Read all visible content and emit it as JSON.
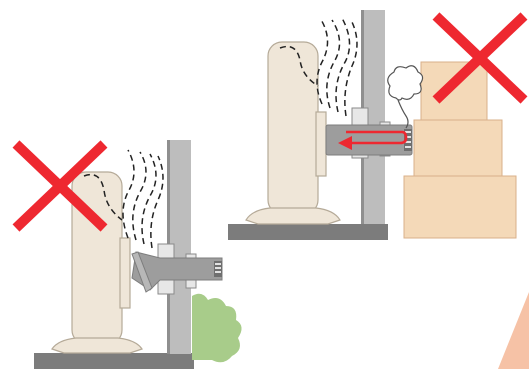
{
  "colors": {
    "x_mark": "#ee2830",
    "heater_body": "#efe6d8",
    "heater_outline": "#b5aa98",
    "wall": "#bdbdbd",
    "wall_dark": "#8f8f8f",
    "floor": "#7c7c7c",
    "pipe": "#9d9d9d",
    "pipe_end": "#6f6f6f",
    "flange": "#e7e7e7",
    "box": "#f4d9b8",
    "box_outline": "#d9b08a",
    "bush": "#a8cc8a",
    "exhaust_arrow": "#ee2830",
    "exhaust_stroke": "#222222",
    "corner_accent": "#f6c2a6"
  },
  "scenes": [
    {
      "id": "pipe-angled-down",
      "prohibited": true,
      "icons": [
        "heater",
        "wall",
        "angled-flue-pipe",
        "bush",
        "exhaust-smoke",
        "prohibited-x"
      ]
    },
    {
      "id": "outlet-blocked-by-boxes",
      "prohibited": true,
      "icons": [
        "heater",
        "wall",
        "flue-pipe",
        "stacked-boxes",
        "exhaust-smoke",
        "recirculating-exhaust-arrow",
        "smoke-puff",
        "prohibited-x"
      ]
    }
  ]
}
